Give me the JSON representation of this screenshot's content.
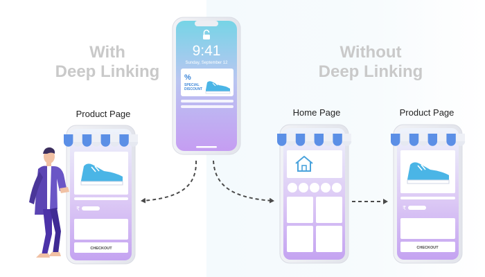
{
  "left_heading": {
    "line1": "With",
    "line2": "Deep Linking"
  },
  "right_heading": {
    "line1": "Without",
    "line2": "Deep Linking"
  },
  "labels": {
    "product_page_left": "Product Page",
    "home_page": "Home Page",
    "product_page_right": "Product Page"
  },
  "lock_screen": {
    "time": "9:41",
    "date": "Sunday, September 12",
    "notification_percent": "%",
    "notification_line1": "SPECIAL",
    "notification_line2": "DISCOUNT"
  },
  "product_screen": {
    "currency": "₹",
    "checkout": "CHECKOUT"
  },
  "colors": {
    "heading": "#c9c9c9",
    "awning_blue": "#5b8fe6",
    "phone_gradient_top": "#eaf2fb",
    "phone_gradient_bottom": "#c6a6f2",
    "arrow": "#4a4a4a",
    "person_suit": "#5b45b3"
  },
  "icons": [
    "lock-icon",
    "shoe-icon",
    "home-icon",
    "awning-icon",
    "person-illustration"
  ]
}
